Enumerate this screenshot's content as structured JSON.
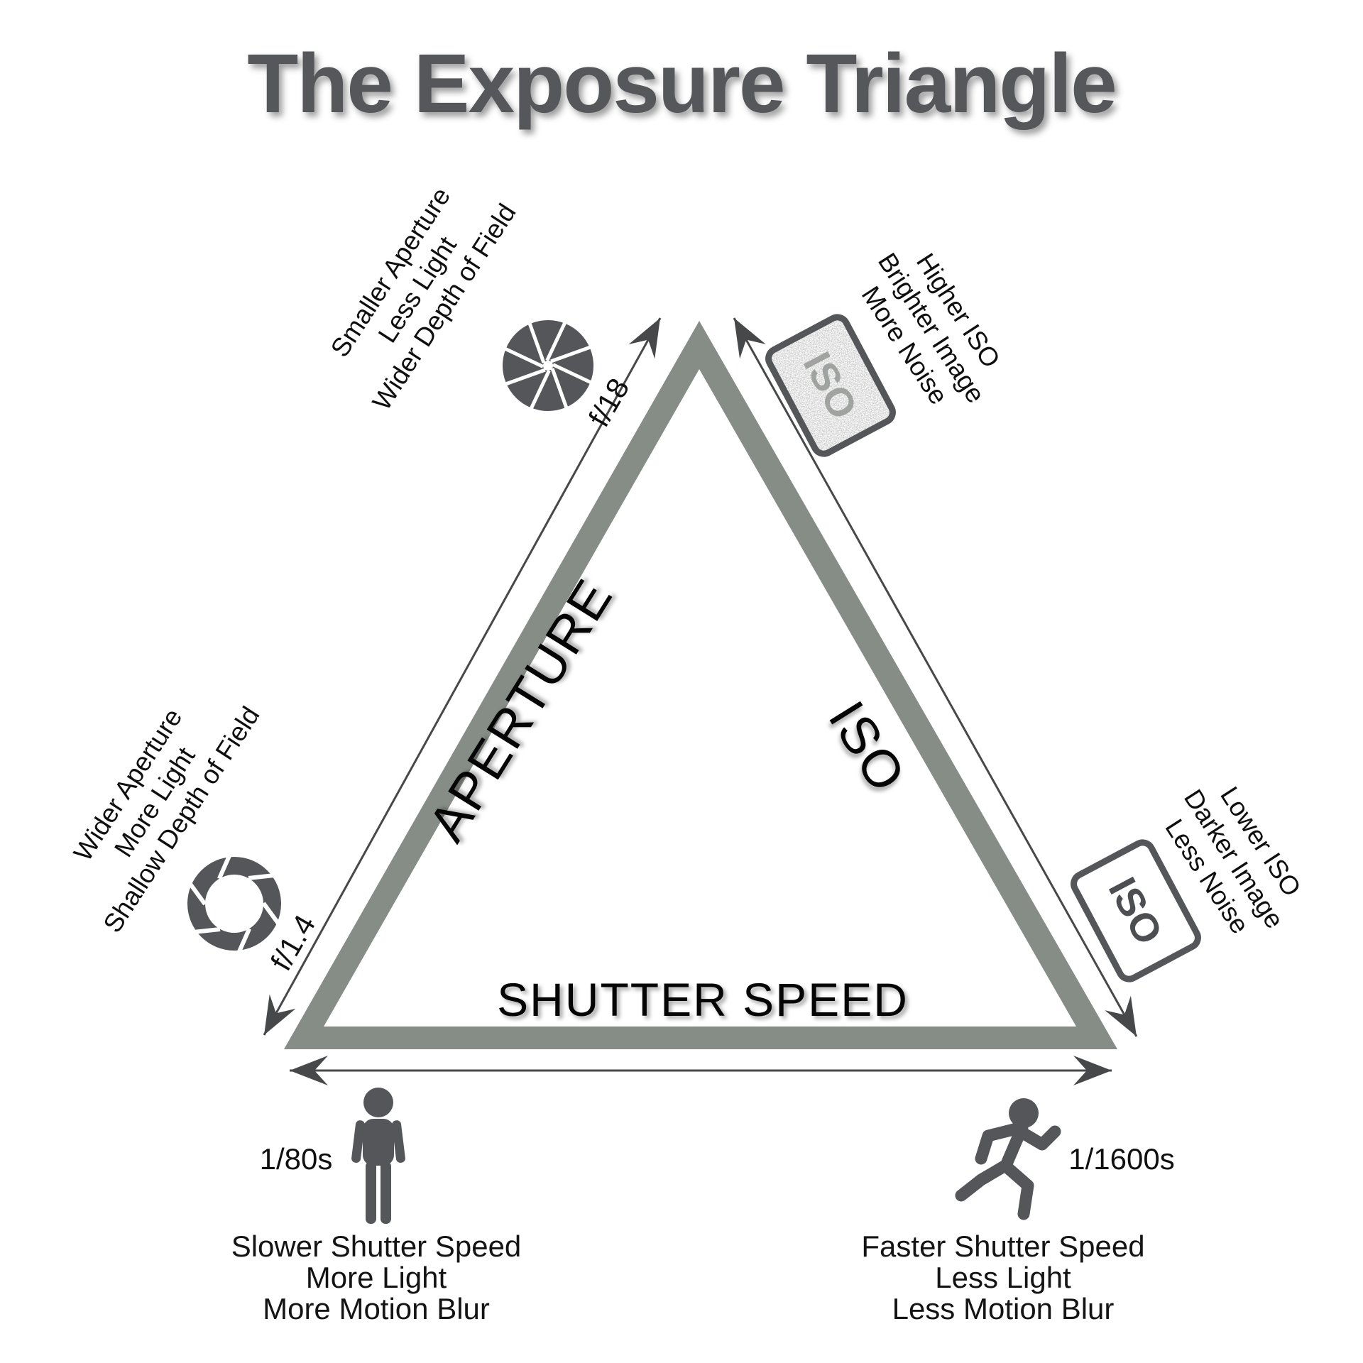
{
  "title": "The Exposure Triangle",
  "colors": {
    "triangle_band": "#868d86",
    "icon_gray": "#54565a",
    "arrow_gray": "#46484a",
    "title_gray": "#56575b",
    "text_black": "#0f0f0f"
  },
  "icons": {
    "top_left": "aperture-closed-icon",
    "bottom_left": "aperture-open-icon",
    "top_right": "iso-noisy-card-icon",
    "bottom_right": "iso-clean-card-icon",
    "shutter_slow": "standing-person-icon",
    "shutter_fast": "running-person-icon"
  },
  "triangle": {
    "left_edge_label": "APERTURE",
    "right_edge_label": "ISO",
    "bottom_edge_label": "SHUTTER SPEED"
  },
  "aperture": {
    "small": {
      "lines": [
        "Smaller Aperture",
        "Less Light",
        "Wider Depth of Field"
      ],
      "fstop": "f/18"
    },
    "wide": {
      "lines": [
        "Wider Aperture",
        "More Light",
        "Shallow Depth of Field"
      ],
      "fstop": "f/1.4"
    }
  },
  "iso": {
    "high": {
      "lines": [
        "Higher ISO",
        "Brighter Image",
        "More Noise"
      ],
      "card_label": "ISO"
    },
    "low": {
      "lines": [
        "Lower ISO",
        "Darker Image",
        "Less Noise"
      ],
      "card_label": "ISO"
    }
  },
  "shutter": {
    "slow": {
      "speed": "1/80s",
      "lines": [
        "Slower Shutter Speed",
        "More Light",
        "More Motion Blur"
      ]
    },
    "fast": {
      "speed": "1/1600s",
      "lines": [
        "Faster Shutter Speed",
        "Less Light",
        "Less Motion Blur"
      ]
    }
  }
}
